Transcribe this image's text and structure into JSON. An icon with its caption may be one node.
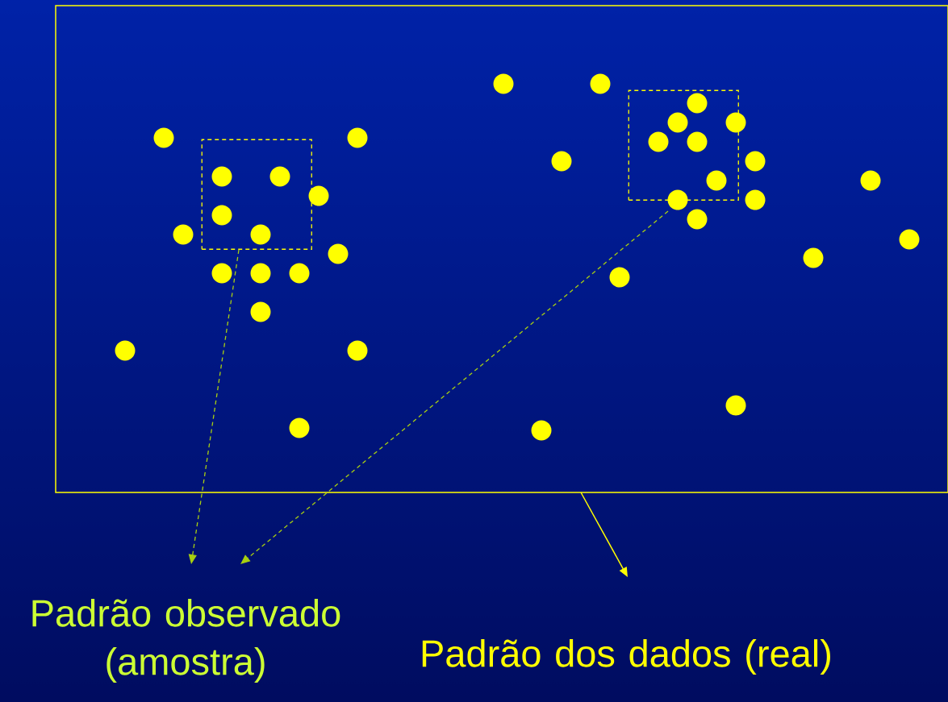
{
  "diagram": {
    "nodes": [
      {
        "text": [],
        "shape": "box"
      },
      {
        "text": [],
        "shape": "box",
        "in": 0
      },
      {
        "text": [],
        "shape": "box",
        "in": 0
      },
      {
        "text": [
          "Padrão observado (amostra)"
        ]
      },
      {
        "text": [
          "Padrão dos dados (real)"
        ]
      }
    ],
    "edges": [
      {
        "from": 1,
        "to": 3,
        "arrow": "to",
        "style": "dashed",
        "color": "#a8d010"
      },
      {
        "from": 2,
        "to": 3,
        "arrow": "to",
        "style": "dashed",
        "color": "#a8d010"
      },
      {
        "from": 0,
        "to": 4,
        "arrow": "to"
      }
    ]
  }
}
